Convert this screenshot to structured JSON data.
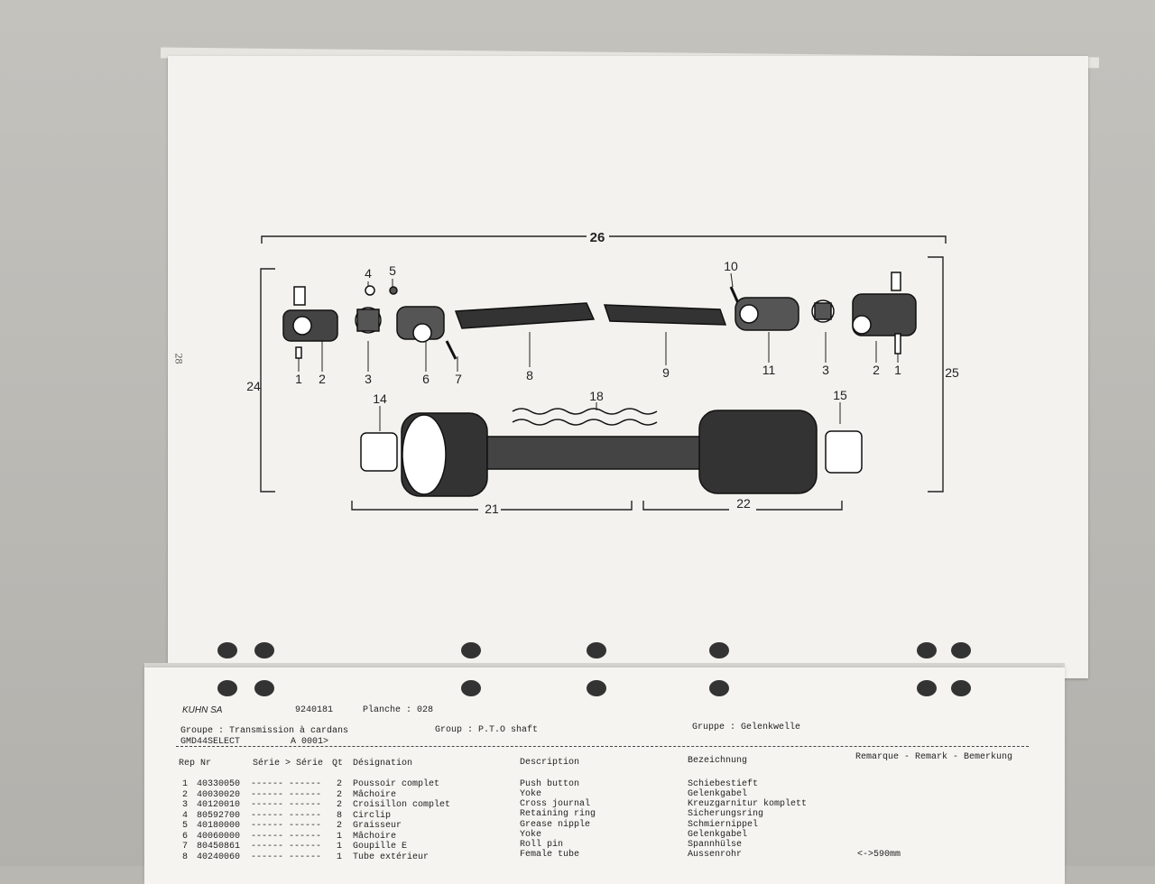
{
  "page_number": "28",
  "diagram": {
    "callouts": [
      "26",
      "24",
      "25",
      "4",
      "5",
      "10",
      "1",
      "2",
      "3",
      "6",
      "7",
      "8",
      "9",
      "11",
      "3",
      "2",
      "1",
      "14",
      "18",
      "15",
      "21",
      "22"
    ]
  },
  "parts_list": {
    "company": "KUHN SA",
    "doc_number": "9240181",
    "plate_label": "Planche : 028",
    "group_fr": "Groupe : Transmission à cardans",
    "group_en": "Group : P.T.O shaft",
    "group_de": "Gruppe : Gelenkwelle",
    "model": "GMD44SELECT",
    "model_code": "A 0001>",
    "columns": {
      "rep_nr": "Rep Nr",
      "serie": "Série > Série",
      "qt": "Qt",
      "designation": "Désignation",
      "description": "Description",
      "bezeichnung": "Bezeichnung",
      "remark": "Remarque - Remark - Bemerkung"
    },
    "rows": [
      {
        "rep": "1",
        "nr": "40330050",
        "serie": "------ ------",
        "qt": "2",
        "designation": "Poussoir complet",
        "description": "Push button",
        "bezeichnung": "Schiebestieft",
        "remark": ""
      },
      {
        "rep": "2",
        "nr": "40030020",
        "serie": "------ ------",
        "qt": "2",
        "designation": "Mâchoire",
        "description": "Yoke",
        "bezeichnung": "Gelenkgabel",
        "remark": ""
      },
      {
        "rep": "3",
        "nr": "40120010",
        "serie": "------ ------",
        "qt": "2",
        "designation": "Croisillon complet",
        "description": "Cross journal",
        "bezeichnung": "Kreuzgarnitur komplett",
        "remark": ""
      },
      {
        "rep": "4",
        "nr": "80592700",
        "serie": "------ ------",
        "qt": "8",
        "designation": "Circlip",
        "description": "Retaining ring",
        "bezeichnung": "Sicherungsring",
        "remark": ""
      },
      {
        "rep": "5",
        "nr": "40180000",
        "serie": "------ ------",
        "qt": "2",
        "designation": "Graisseur",
        "description": "Grease nipple",
        "bezeichnung": "Schmiernippel",
        "remark": ""
      },
      {
        "rep": "6",
        "nr": "40060000",
        "serie": "------ ------",
        "qt": "1",
        "designation": "Mâchoire",
        "description": "Yoke",
        "bezeichnung": "Gelenkgabel",
        "remark": ""
      },
      {
        "rep": "7",
        "nr": "80450861",
        "serie": "------ ------",
        "qt": "1",
        "designation": "Goupille E",
        "description": "Roll pin",
        "bezeichnung": "Spannhülse",
        "remark": ""
      },
      {
        "rep": "8",
        "nr": "40240060",
        "serie": "------ ------",
        "qt": "1",
        "designation": "Tube extérieur",
        "description": "Female tube",
        "bezeichnung": "Aussenrohr",
        "remark": "<->590mm"
      }
    ]
  }
}
